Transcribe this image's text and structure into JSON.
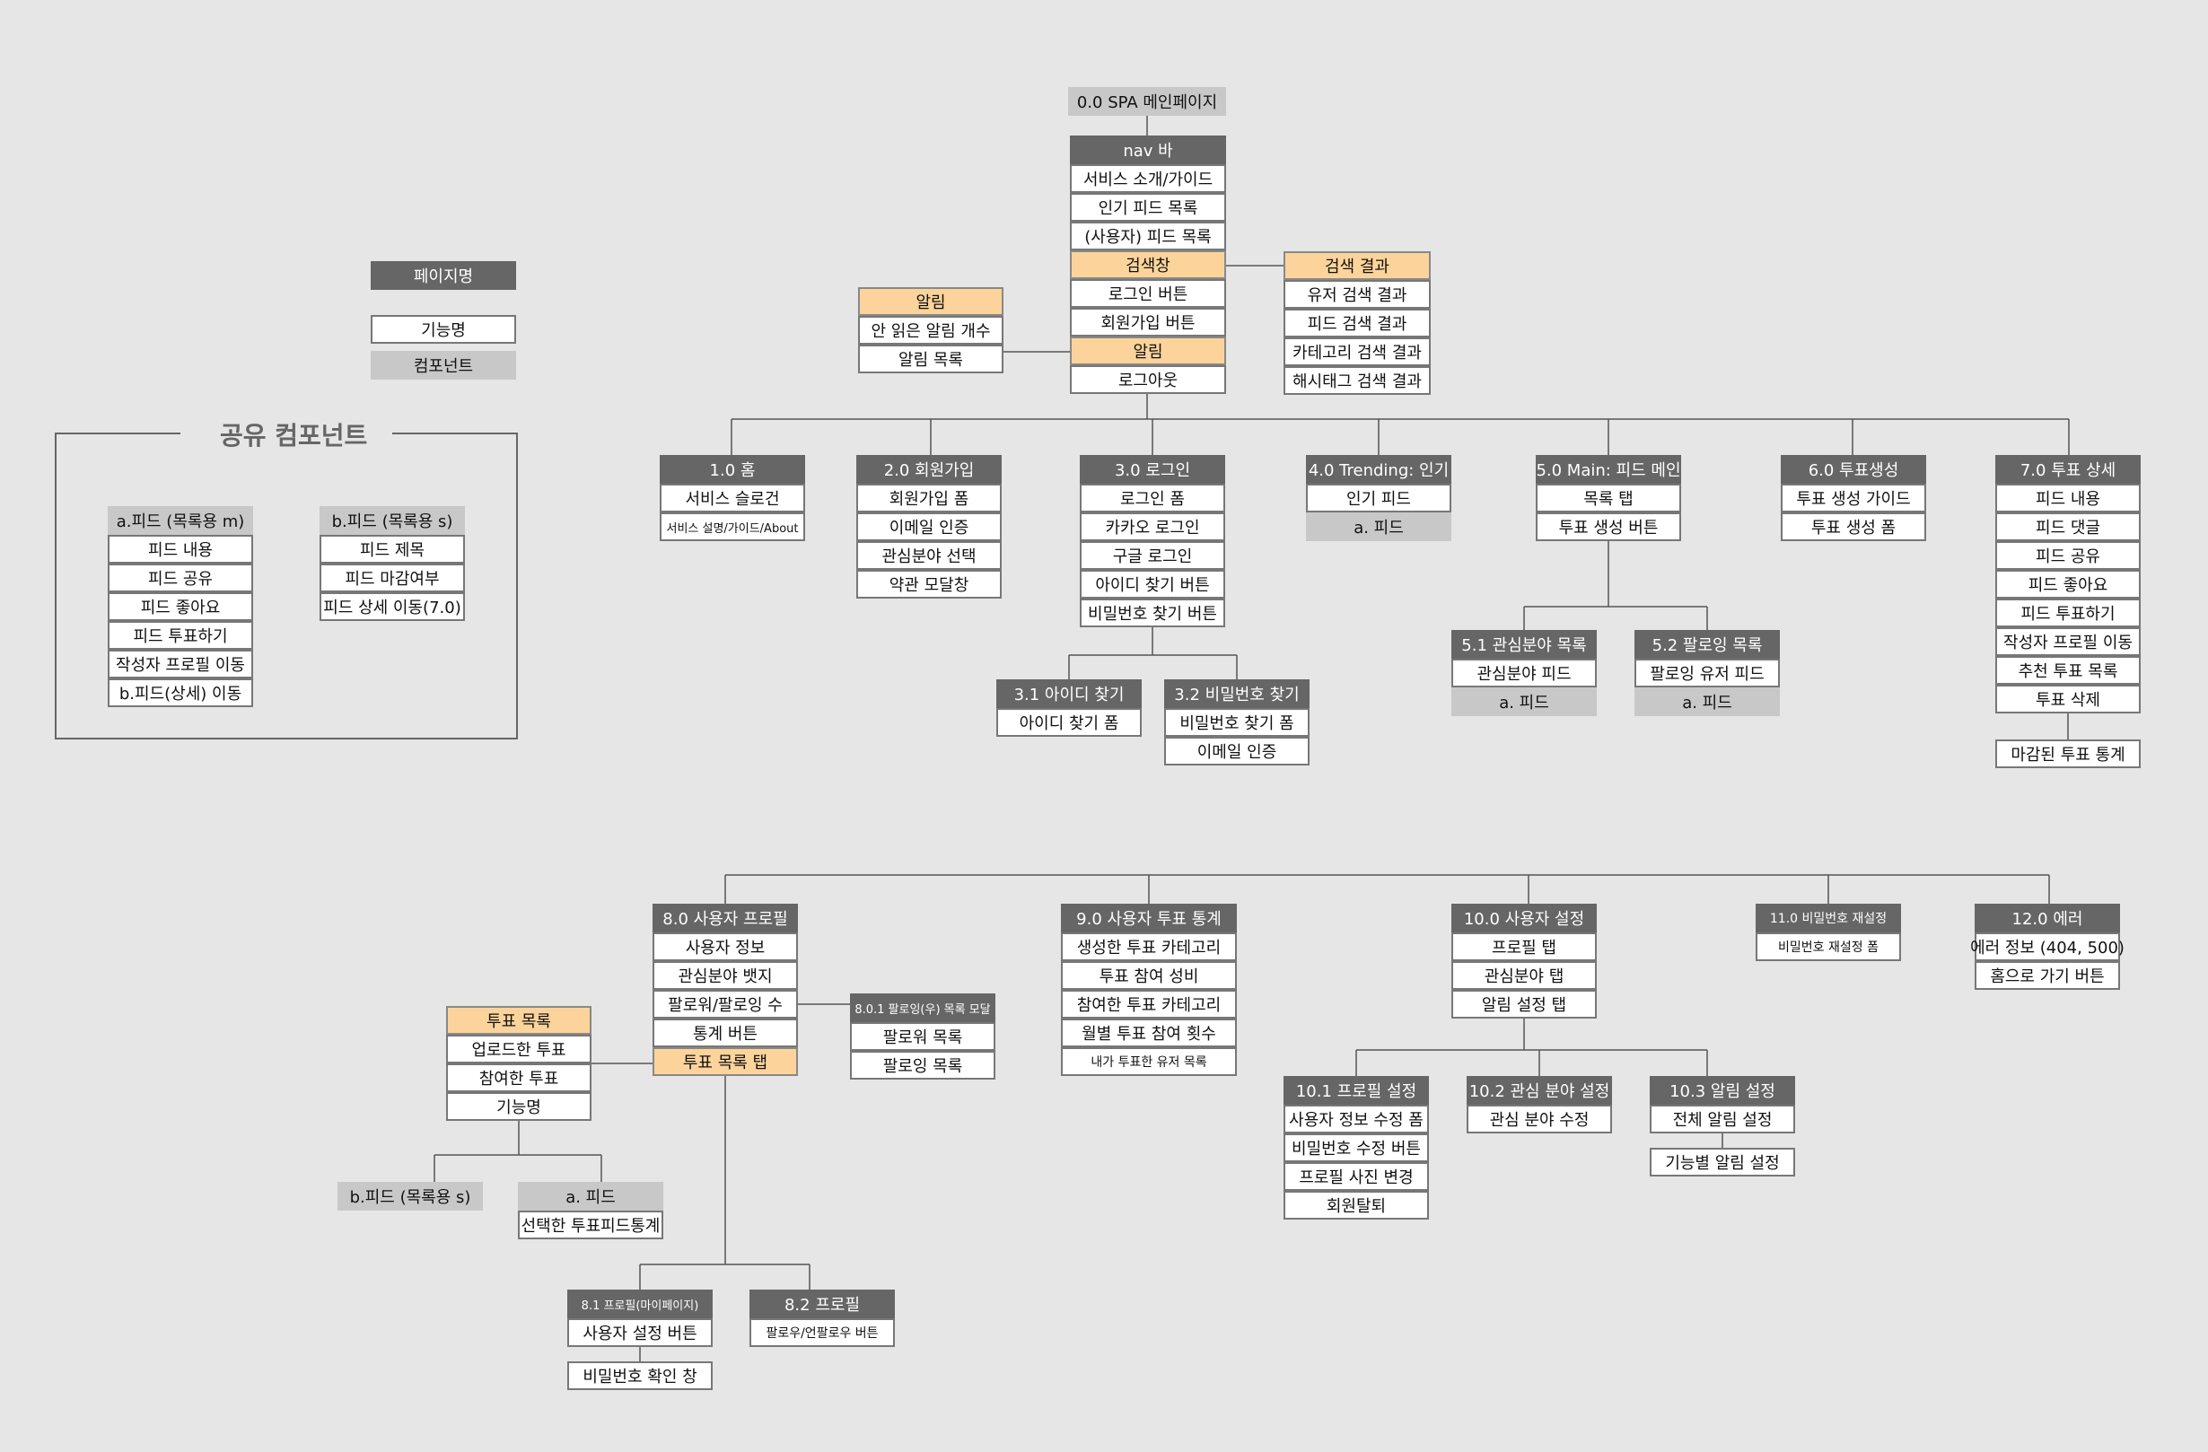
{
  "colors": {
    "background": "#e6e6e6",
    "page_header": "#666666",
    "feature_box": "#ffffff",
    "highlight": "#fcd49b",
    "component": "#c8c8c8",
    "line": "#555555"
  },
  "legend": {
    "page_label": "페이지명",
    "feature_label": "기능명",
    "component_label": "컴포넌트"
  },
  "shared": {
    "title": "공유 컴포넌트",
    "feed_m": {
      "title": "a.피드 (목록용 m)",
      "items": [
        "피드 내용",
        "피드 공유",
        "피드 좋아요",
        "피드 투표하기",
        "작성자 프로필 이동",
        "b.피드(상세) 이동"
      ]
    },
    "feed_s": {
      "title": "b.피드 (목록용 s)",
      "items": [
        "피드 제목",
        "피드 마감여부",
        "피드 상세 이동(7.0)"
      ]
    }
  },
  "main": {
    "title": "0.0 SPA 메인페이지",
    "nav": {
      "title": "nav 바",
      "items": [
        "서비스 소개/가이드",
        "인기 피드 목록",
        "(사용자) 피드 목록",
        "검색창",
        "로그인 버튼",
        "회원가입 버튼",
        "알림",
        "로그아웃"
      ]
    },
    "search": {
      "title": "검색 결과",
      "items": [
        "유저 검색 결과",
        "피드 검색 결과",
        "카테고리 검색 결과",
        "해시태그 검색 결과"
      ]
    },
    "alarm": {
      "title": "알림",
      "items": [
        "안 읽은 알림 개수",
        "알림 목록"
      ]
    }
  },
  "pages": {
    "home": {
      "title": "1.0 홈",
      "items": [
        "서비스 슬로건",
        "서비스 설명/가이드/About"
      ]
    },
    "signup": {
      "title": "2.0 회원가입",
      "items": [
        "회원가입 폼",
        "이메일 인증",
        "관심분야 선택",
        "약관 모달창"
      ]
    },
    "login": {
      "title": "3.0 로그인",
      "items": [
        "로그인 폼",
        "카카오 로그인",
        "구글 로그인",
        "아이디 찾기 버튼",
        "비밀번호 찾기 버튼"
      ]
    },
    "find_id": {
      "title": "3.1 아이디 찾기",
      "items": [
        "아이디 찾기 폼"
      ]
    },
    "find_pw": {
      "title": "3.2 비밀번호 찾기",
      "items": [
        "비밀번호 찾기 폼",
        "이메일 인증"
      ]
    },
    "trending": {
      "title": "4.0 Trending: 인기",
      "items": [
        "인기 피드"
      ],
      "component": "a. 피드"
    },
    "feed_main": {
      "title": "5.0 Main: 피드 메인",
      "items": [
        "목록 탭",
        "투표 생성 버튼"
      ]
    },
    "interest": {
      "title": "5.1 관심분야 목록",
      "items": [
        "관심분야 피드"
      ],
      "component": "a. 피드"
    },
    "following": {
      "title": "5.2 팔로잉 목록",
      "items": [
        "팔로잉 유저 피드"
      ],
      "component": "a. 피드"
    },
    "vote_create": {
      "title": "6.0 투표생성",
      "items": [
        "투표 생성 가이드",
        "투표 생성 폼"
      ]
    },
    "vote_detail": {
      "title": "7.0 투표 상세",
      "items": [
        "피드 내용",
        "피드 댓글",
        "피드 공유",
        "피드 좋아요",
        "피드 투표하기",
        "작성자 프로필 이동",
        "추천 투표 목록",
        "투표 삭제"
      ],
      "extra": "마감된 투표 통계"
    },
    "profile": {
      "title": "8.0 사용자 프로필",
      "items": [
        "사용자 정보",
        "관심분야 뱃지",
        "팔로워/팔로잉 수",
        "통계 버튼",
        "투표 목록 탭"
      ]
    },
    "follow_modal": {
      "title": "8.0.1 팔로잉(우) 목록 모달",
      "items": [
        "팔로워 목록",
        "팔로잉 목록"
      ]
    },
    "vote_list": {
      "title": "투표 목록",
      "items": [
        "업로드한 투표",
        "참여한 투표",
        "기능명"
      ]
    },
    "vote_list_comp_s": "b.피드 (목록용 s)",
    "vote_list_comp_a": {
      "title": "a. 피드",
      "item": "선택한 투표피드통계"
    },
    "mypage": {
      "title": "8.1 프로필(마이페이지)",
      "items": [
        "사용자 설정 버튼"
      ],
      "extra": "비밀번호 확인 창"
    },
    "profile_other": {
      "title": "8.2 프로필",
      "items": [
        "팔로우/언팔로우 버튼"
      ]
    },
    "stats": {
      "title": "9.0 사용자 투표 통계",
      "items": [
        "생성한 투표 카테고리",
        "투표 참여 성비",
        "참여한 투표 카테고리",
        "월별 투표 참여 횟수",
        "내가 투표한 유저 목록"
      ]
    },
    "settings": {
      "title": "10.0 사용자 설정",
      "items": [
        "프로필 탭",
        "관심분야 탭",
        "알림 설정 탭"
      ]
    },
    "settings_profile": {
      "title": "10.1 프로필 설정",
      "items": [
        "사용자 정보 수정 폼",
        "비밀번호 수정 버튼",
        "프로필 사진 변경",
        "회원탈퇴"
      ]
    },
    "settings_interest": {
      "title": "10.2 관심 분야 설정",
      "items": [
        "관심 분야 수정"
      ]
    },
    "settings_alarm": {
      "title": "10.3 알림 설정",
      "items": [
        "전체 알림 설정"
      ],
      "extra": "기능별 알림 설정"
    },
    "reset_pw": {
      "title": "11.0 비밀번호 재설정",
      "items": [
        "비밀번호 재설정 폼"
      ]
    },
    "error": {
      "title": "12.0 에러",
      "items": [
        "에러 정보 (404, 500)",
        "홈으로 가기 버튼"
      ]
    }
  }
}
